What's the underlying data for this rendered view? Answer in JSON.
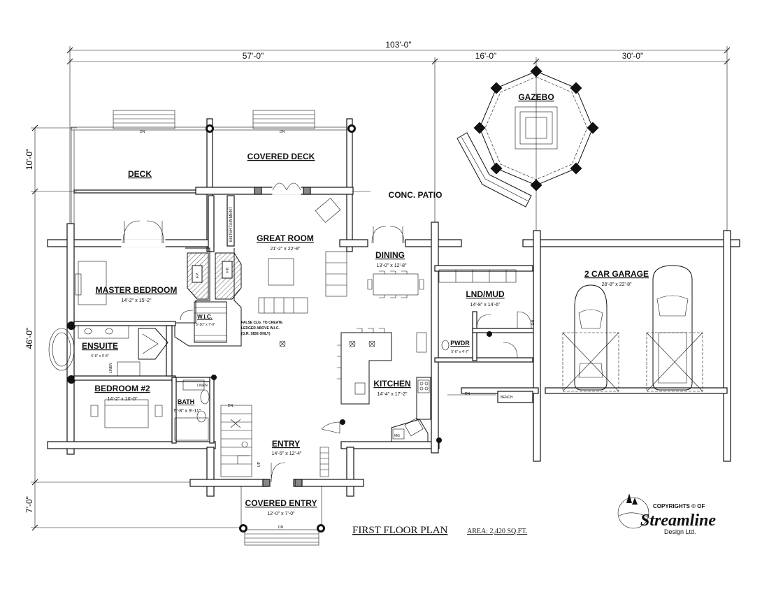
{
  "dimensions": {
    "overall": "103'-0\"",
    "house_width": "57'-0\"",
    "patio_width": "16'-0\"",
    "garage_width": "30'-0\"",
    "deck_depth": "10'-0\"",
    "house_depth": "46'-0\"",
    "entry_depth": "7'-0\""
  },
  "rooms": {
    "gazebo": "GAZEBO",
    "covered_deck": "COVERED DECK",
    "deck": "DECK",
    "conc_patio": "CONC. PATIO",
    "great_room": {
      "name": "GREAT ROOM",
      "size": "21'-2\" x 22'-8\""
    },
    "dining": {
      "name": "DINING",
      "size": "13'-0\" x 12'-8\""
    },
    "garage": {
      "name": "2 CAR GARAGE",
      "size": "28'-8\" x 22'-8\""
    },
    "master_bedroom": {
      "name": "MASTER BEDROOM",
      "size": "14'-2\" x 15'-2\""
    },
    "lnd_mud": {
      "name": "LND/MUD",
      "size": "14'-8\" x 14'-6\""
    },
    "wic": {
      "name": "W.I.C.",
      "size": "5'-10\" x 7'-0\""
    },
    "ensuite": {
      "name": "ENSUITE",
      "size": "6'-8\" x 9'-8\""
    },
    "pwdr": {
      "name": "PWDR",
      "size": "5'-6\" x 4'-7\""
    },
    "bedroom2": {
      "name": "BEDROOM #2",
      "size": "14'-2\" x 10'-0\""
    },
    "kitchen": {
      "name": "KITCHEN",
      "size": "14'-4\" x 17'-2\""
    },
    "bath": {
      "name": "BATH",
      "size": "5'-8\" x 9'-11\""
    },
    "entry": {
      "name": "ENTRY",
      "size": "14'-5\" x 12'-4\""
    },
    "covered_entry": {
      "name": "COVERED ENTRY",
      "size": "12'-0\" x 7'-0\""
    }
  },
  "notes": {
    "entertainment": "ENTERTAINMENT",
    "fp": "F.P.",
    "false_clg": [
      "FALSE CLG. TO CREATE",
      "LEDGER ABOVE W.I.C.",
      "(G.R. SIDE ONLY)"
    ],
    "linen": "LINEN",
    "bench": "BENCH",
    "mg": "MG",
    "dn": "DN",
    "up": "UP"
  },
  "title": {
    "plan": "FIRST FLOOR PLAN",
    "area": "AREA: 2,420 SQ.FT."
  },
  "logo": {
    "copyright": "COPYRIGHTS © OF",
    "name": "Streamline",
    "sub": "Design Ltd."
  }
}
